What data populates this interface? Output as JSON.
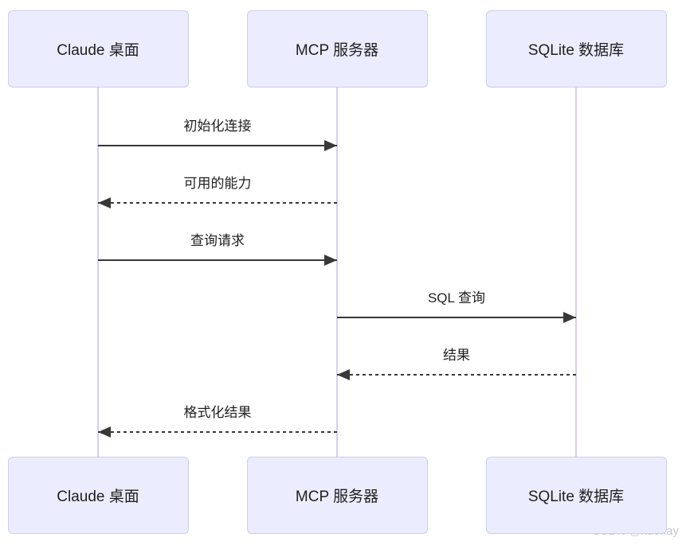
{
  "diagram": {
    "type": "sequence",
    "actors": [
      {
        "id": "claude",
        "name": "Claude 桌面"
      },
      {
        "id": "mcp",
        "name": "MCP 服务器"
      },
      {
        "id": "sqlite",
        "name": "SQLite 数据库"
      }
    ],
    "messages": [
      {
        "label": "初始化连接",
        "from": "claude",
        "to": "mcp",
        "style": "solid"
      },
      {
        "label": "可用的能力",
        "from": "mcp",
        "to": "claude",
        "style": "dashed"
      },
      {
        "label": "查询请求",
        "from": "claude",
        "to": "mcp",
        "style": "solid"
      },
      {
        "label": "SQL 查询",
        "from": "mcp",
        "to": "sqlite",
        "style": "solid"
      },
      {
        "label": "结果",
        "from": "sqlite",
        "to": "mcp",
        "style": "dashed"
      },
      {
        "label": "格式化结果",
        "from": "mcp",
        "to": "claude",
        "style": "dashed"
      }
    ],
    "colors": {
      "actor_fill": "#ECECFF",
      "actor_border": "#CDCCF0",
      "lifeline": "#D9CDF3",
      "arrow": "#383838",
      "text": "#1f1f1f",
      "watermark_color": "#c6c6c6"
    },
    "watermark": "CSDN @kuokay"
  }
}
